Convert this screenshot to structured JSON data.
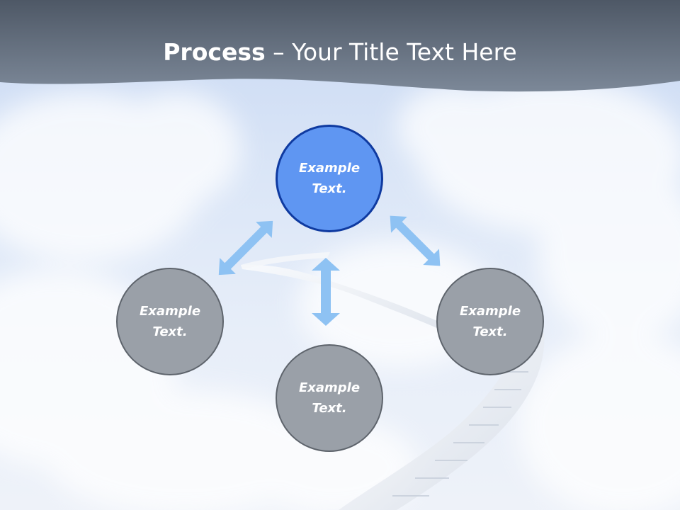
{
  "title": {
    "bold": "Process",
    "rest": " – Your Title Text Here"
  },
  "nodes": {
    "top": {
      "line1": "Example",
      "line2": "Text."
    },
    "left": {
      "line1": "Example",
      "line2": "Text."
    },
    "right": {
      "line1": "Example",
      "line2": "Text."
    },
    "bottom": {
      "line1": "Example",
      "line2": "Text."
    }
  },
  "colors": {
    "header": "#5c6878",
    "active_node": "#5f96f2",
    "idle_node": "#9aa0a8",
    "arrow": "#8ec2f3"
  },
  "icons": {
    "connector": "double-headed-arrow"
  }
}
